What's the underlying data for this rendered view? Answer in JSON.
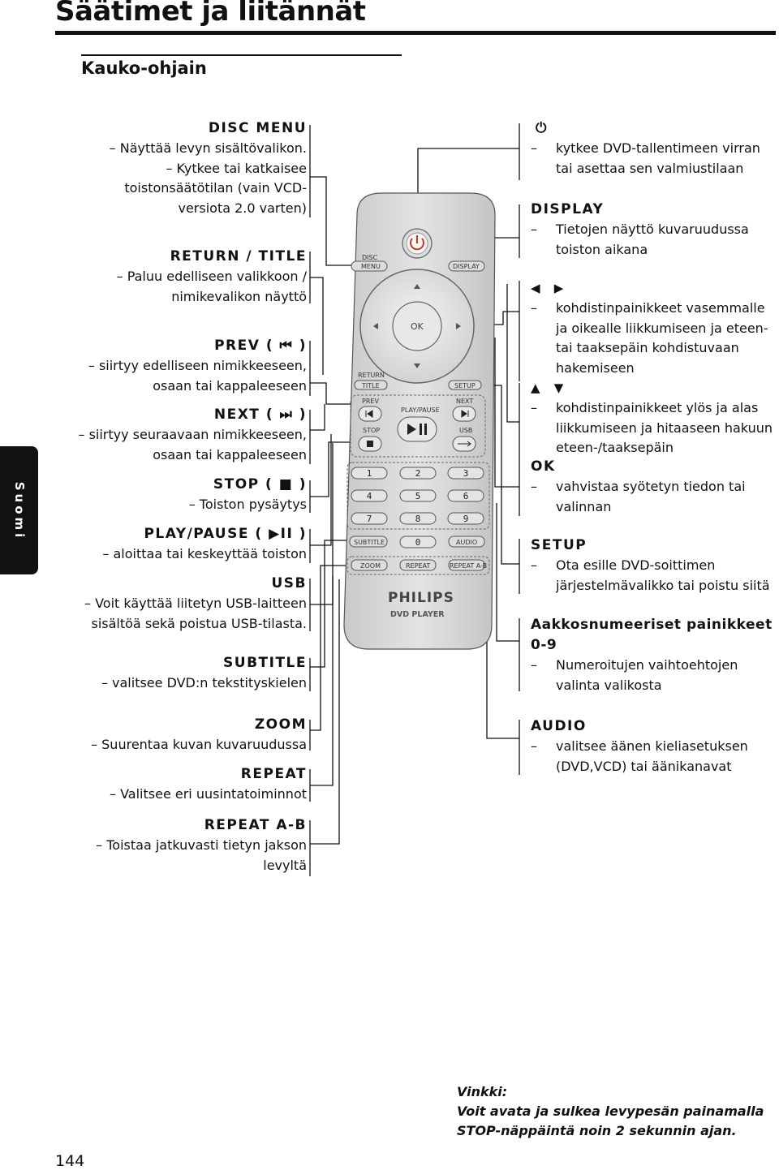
{
  "page": {
    "title": "Säätimet ja liitännät",
    "subtitle": "Kauko-ohjain",
    "side_tab": "Suomi",
    "page_number": "144"
  },
  "left": [
    {
      "heading": "DISC MENU",
      "lines": [
        "– Näyttää levyn sisältövalikon.",
        "– Kytkee tai katkaisee",
        "toistonsäätötilan (vain VCD-",
        "versiota 2.0 varten)"
      ]
    },
    {
      "heading": "RETURN / TITLE",
      "lines": [
        "– Paluu edelliseen valikkoon /",
        "nimikevalikon näyttö"
      ]
    },
    {
      "heading": "PREV ( ⏮ )",
      "lines": [
        "– siirtyy edelliseen nimikkeeseen,",
        "osaan tai kappaleeseen"
      ]
    },
    {
      "heading": "NEXT ( ⏭ )",
      "lines": [
        "– siirtyy seuraavaan nimikkeeseen,",
        "osaan tai kappaleeseen"
      ]
    },
    {
      "heading": "STOP ( ■ )",
      "lines": [
        "– Toiston pysäytys"
      ]
    },
    {
      "heading": "PLAY/PAUSE ( ▶II )",
      "lines": [
        "– aloittaa tai keskeyttää toiston"
      ]
    },
    {
      "heading": "USB",
      "lines": [
        "– Voit käyttää liitetyn USB-laitteen",
        "sisältöä sekä poistua USB-tilasta."
      ]
    },
    {
      "heading": "SUBTITLE",
      "lines": [
        "– valitsee DVD:n tekstityskielen"
      ]
    },
    {
      "heading": "ZOOM",
      "lines": [
        "– Suurentaa kuvan kuvaruudussa"
      ]
    },
    {
      "heading": "REPEAT",
      "lines": [
        "– Valitsee eri uusintatoiminnot"
      ]
    },
    {
      "heading": "REPEAT A-B",
      "lines": [
        "– Toistaa jatkuvasti tietyn jakson",
        "levyltä"
      ]
    }
  ],
  "right": [
    {
      "heading": "⏻",
      "items": [
        "kytkee DVD-tallentimeen virran tai asettaa sen valmiustilaan"
      ]
    },
    {
      "heading": "DISPLAY",
      "items": [
        "Tietojen näyttö kuvaruudussa toiston aikana"
      ]
    },
    {
      "heading": "◀ ▶",
      "items": [
        "kohdistinpainikkeet vasemmalle ja oikealle liikkumiseen ja eteen-tai taaksepäin kohdistuvaan hakemiseen"
      ]
    },
    {
      "heading": "▲ ▼",
      "items": [
        "kohdistinpainikkeet ylös ja alas liikkumiseen ja hitaaseen hakuun eteen-/taaksepäin"
      ]
    },
    {
      "heading": "OK",
      "items": [
        "vahvistaa syötetyn tiedon tai valinnan"
      ]
    },
    {
      "heading": "SETUP",
      "items": [
        "Ota esille DVD-soittimen järjestelmävalikko tai poistu siitä"
      ]
    },
    {
      "heading": "Aakkosnumeeriset painikkeet 0-9",
      "items": [
        "Numeroitujen vaihtoehtojen valinta valikosta"
      ]
    },
    {
      "heading": "AUDIO",
      "items": [
        "valitsee äänen kieliasetuksen (DVD,VCD) tai äänikanavat"
      ]
    }
  ],
  "remote": {
    "brand": "PHILIPS",
    "model": "DVD PLAYER",
    "labels": {
      "disc": "DISC",
      "menu": "MENU",
      "display": "DISPLAY",
      "ok": "OK",
      "return": "RETURN",
      "title": "TITLE",
      "setup": "SETUP",
      "prev": "PREV",
      "next": "NEXT",
      "play_pause": "PLAY/PAUSE",
      "stop": "STOP",
      "usb": "USB",
      "subtitle": "SUBTITLE",
      "audio": "AUDIO",
      "zoom": "ZOOM",
      "repeat": "REPEAT",
      "repeat_ab": "REPEAT A-B"
    },
    "digits": [
      "1",
      "2",
      "3",
      "4",
      "5",
      "6",
      "7",
      "8",
      "9",
      "0"
    ],
    "power_color": "#c0392b"
  },
  "tip": {
    "label": "Vinkki:",
    "lines": [
      "Voit avata ja sulkea levypesän painamalla",
      "STOP-näppäintä noin 2 sekunnin ajan."
    ]
  }
}
